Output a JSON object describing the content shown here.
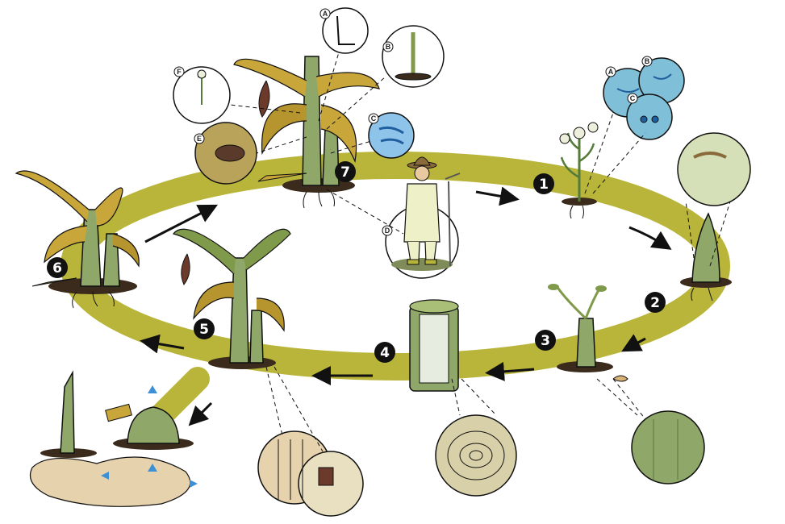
{
  "diagram": {
    "stages": [
      {
        "id": "1",
        "label": "1"
      },
      {
        "id": "2",
        "label": "2"
      },
      {
        "id": "3",
        "label": "3"
      },
      {
        "id": "4",
        "label": "4"
      },
      {
        "id": "5",
        "label": "5"
      },
      {
        "id": "6",
        "label": "6"
      },
      {
        "id": "7",
        "label": "7"
      }
    ],
    "insets": {
      "top_a": "A",
      "top_b": "B",
      "top_c": "C",
      "top_d": "D",
      "top_e": "E",
      "top_f": "F",
      "micro_a": "A",
      "micro_b": "B",
      "micro_c": "C"
    },
    "colors": {
      "ring": "#b9b53a",
      "ring_dark": "#9c9a2c",
      "stem": "#8fa86a",
      "leaf_dry": "#c9a63a",
      "leaf_green": "#7f9a4a",
      "soil": "#e6d3ad",
      "arrow_blue": "#3d8fd6",
      "outline": "#111111"
    }
  }
}
